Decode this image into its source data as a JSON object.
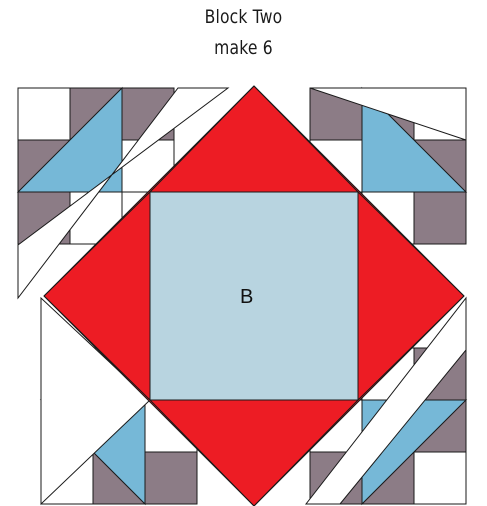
{
  "title": {
    "line1": "Block Two",
    "line2": "make 6"
  },
  "center_label": "B",
  "colors": {
    "white": "#ffffff",
    "gray": "#8c7c86",
    "blue": "#76b8d7",
    "red": "#ed1c24",
    "light_blue": "#b8d4e0",
    "outline": "#1a1a1a"
  }
}
